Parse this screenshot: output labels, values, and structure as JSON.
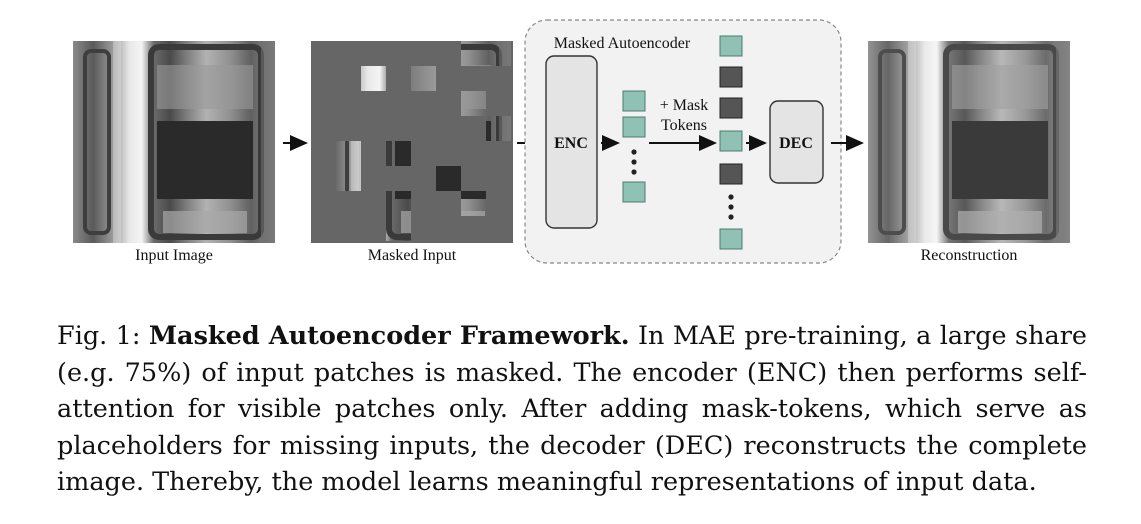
{
  "figure": {
    "labels": {
      "input_image": "Input Image",
      "masked_input": "Masked Input",
      "reconstruction": "Reconstruction",
      "mae_box_title": "Masked Autoencoder",
      "enc": "ENC",
      "dec": "DEC",
      "mask_tokens_line1": "+ Mask",
      "mask_tokens_line2": "Tokens"
    },
    "colors": {
      "token_visible": "#8fc2b4",
      "token_mask": "#555555",
      "mask_gray": "#666666",
      "box_bg": "#f2f2f2",
      "block_bg": "#e4e4e4"
    }
  },
  "caption": {
    "prefix": "Fig. 1: ",
    "title": "Masked Autoencoder Framework.",
    "body": " In MAE pre-training, a large share (e.g. 75%) of input patches is masked. The encoder (ENC) then performs self-attention for visible patches only. After adding mask-tokens, which serve as placeholders for missing inputs, the decoder (DEC) reconstructs the complete image. Thereby, the model learns meaningful representations of input data."
  }
}
